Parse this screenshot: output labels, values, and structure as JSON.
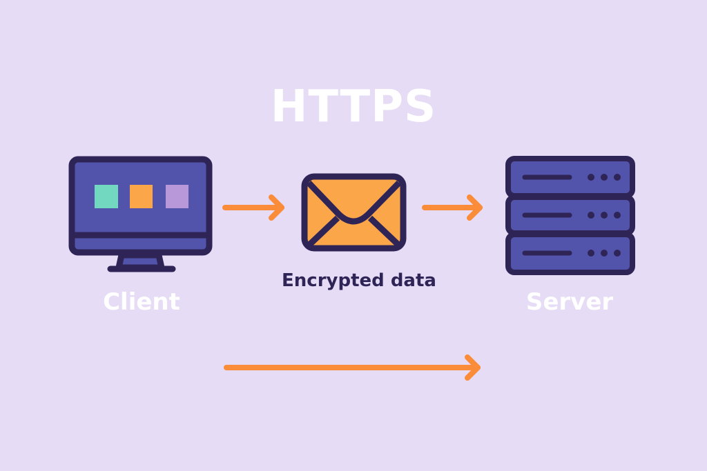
{
  "title": "HTTPS",
  "nodes": {
    "client": "Client",
    "data": "Encrypted data",
    "server": "Server"
  },
  "colors": {
    "background": "#e6dcf6",
    "outline": "#2e2556",
    "device": "#5253ab",
    "envelope": "#fca64a",
    "arrow": "#fb8c3a",
    "green": "#72d9c0",
    "purple": "#b898d9"
  }
}
